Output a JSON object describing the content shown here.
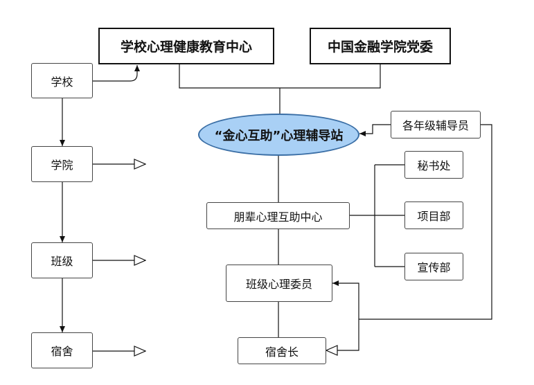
{
  "nodes": {
    "school_center": "学校心理健康教育中心",
    "party_committee": "中国金融学院党委",
    "school": "学校",
    "college": "学院",
    "class": "班级",
    "dorm": "宿舍",
    "counseling_station": "“金心互助”心理辅导站",
    "grade_counselors": "各年级辅导员",
    "peer_center": "朋辈心理互助中心",
    "secretariat": "秘书处",
    "project_dept": "项目部",
    "publicity_dept": "宣传部",
    "class_committee": "班级心理委员",
    "dorm_head": "宿舍长"
  }
}
